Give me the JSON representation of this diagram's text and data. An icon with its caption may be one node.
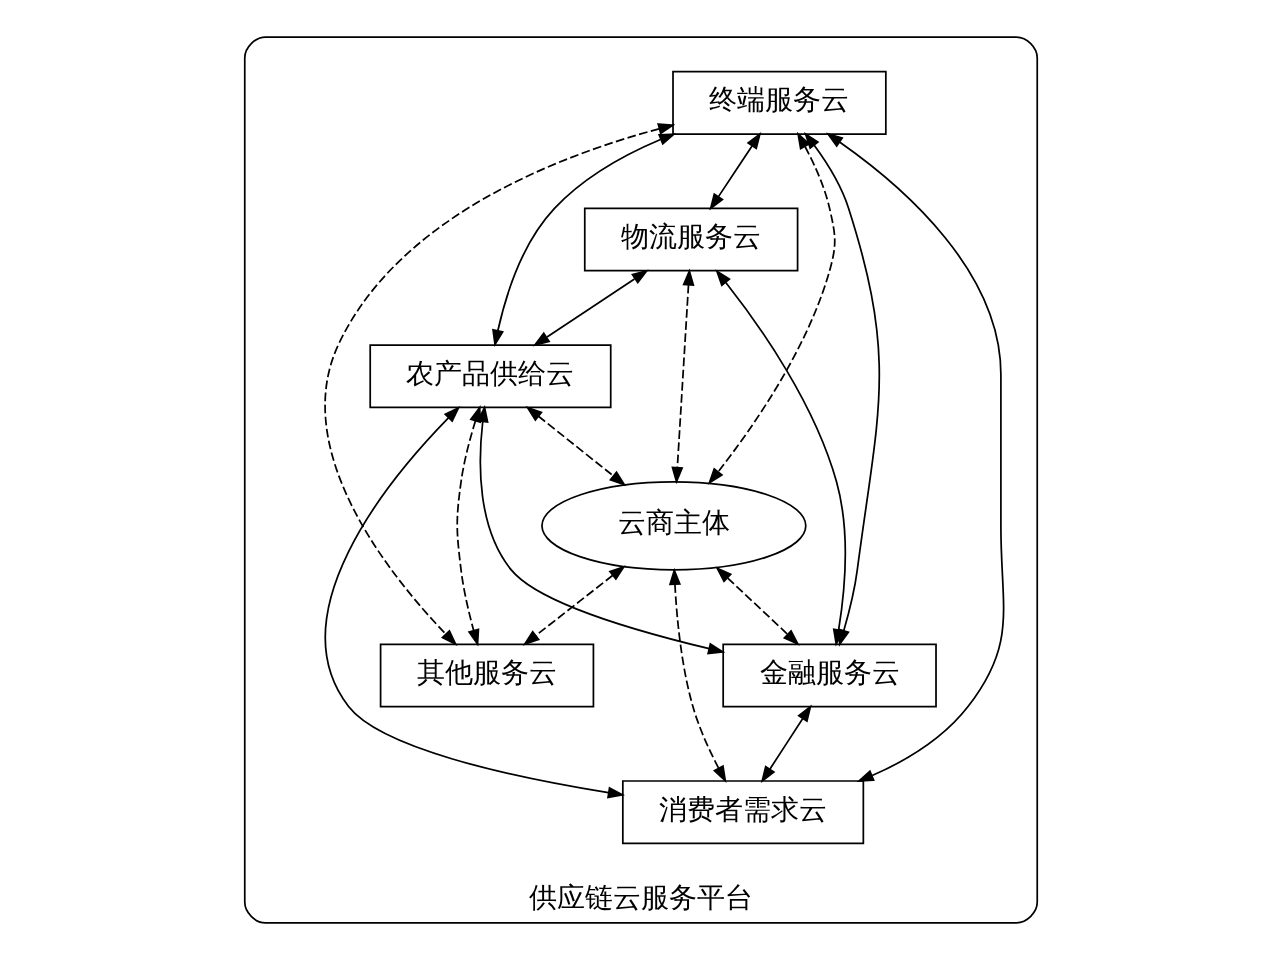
{
  "diagram": {
    "nodes": [
      {
        "text": [
          "供应链云服务平台"
        ]
      },
      {
        "text": [
          "终端服务云"
        ],
        "in": 0
      },
      {
        "text": [
          "物流服务云"
        ],
        "in": 0
      },
      {
        "text": [
          "农产品供给云"
        ],
        "in": 0
      },
      {
        "text": [
          "云商主体"
        ],
        "in": 0
      },
      {
        "text": [
          "金融服务云"
        ],
        "in": 0
      },
      {
        "text": [
          "其他服务云"
        ],
        "in": 0
      },
      {
        "text": [
          "消费者需求云"
        ],
        "in": 0
      }
    ],
    "edges": [
      {
        "from": 1,
        "to": 2,
        "arrow": "both"
      },
      {
        "from": 1,
        "to": 3,
        "arrow": "both"
      },
      {
        "from": 2,
        "to": 3,
        "arrow": "both"
      },
      {
        "from": 1,
        "to": 5,
        "arrow": "both"
      },
      {
        "from": 2,
        "to": 5,
        "arrow": "both"
      },
      {
        "from": 3,
        "to": 5,
        "arrow": "both"
      },
      {
        "from": 1,
        "to": 4,
        "arrow": "both",
        "style": "dashed"
      },
      {
        "from": 2,
        "to": 4,
        "arrow": "both",
        "style": "dashed"
      },
      {
        "from": 3,
        "to": 4,
        "arrow": "both",
        "style": "dashed"
      },
      {
        "from": 4,
        "to": 5,
        "arrow": "both",
        "style": "dashed"
      },
      {
        "from": 1,
        "to": 6,
        "arrow": "both",
        "style": "dashed"
      },
      {
        "from": 3,
        "to": 6,
        "arrow": "both",
        "style": "dashed"
      },
      {
        "from": 4,
        "to": 6,
        "arrow": "both",
        "style": "dashed"
      },
      {
        "from": 1,
        "to": 7,
        "arrow": "both"
      },
      {
        "from": 3,
        "to": 7,
        "arrow": "both"
      },
      {
        "from": 4,
        "to": 7,
        "arrow": "both",
        "style": "dashed"
      },
      {
        "from": 5,
        "to": 7,
        "arrow": "both"
      }
    ]
  }
}
